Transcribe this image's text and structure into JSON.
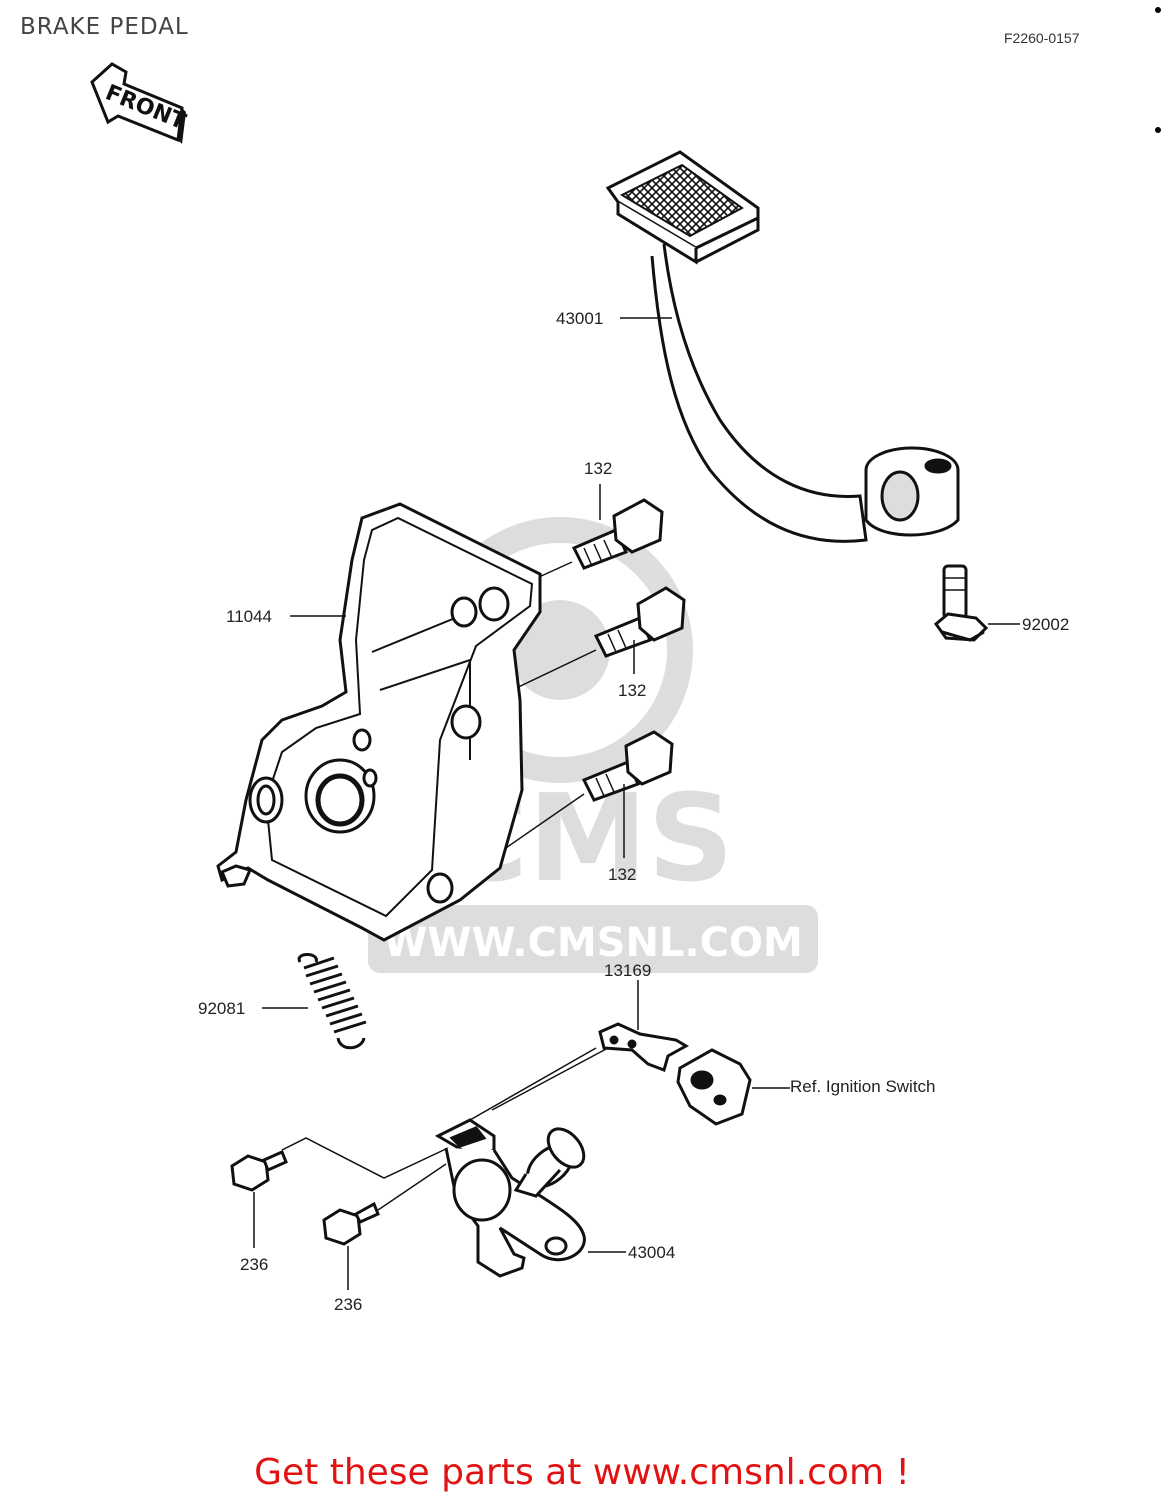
{
  "header": {
    "title": "BRAKE PEDAL",
    "figure_code": "F2260-0157"
  },
  "front_arrow": {
    "label": "FRONT"
  },
  "watermark": {
    "logo_text": "CMS",
    "url_text": "WWW.CMSNL.COM"
  },
  "parts": {
    "pedal_43001": "43001",
    "bolt_132_top": "132",
    "bolt_132_mid": "132",
    "bolt_132_low": "132",
    "bracket_11044": "11044",
    "bolt_92002": "92002",
    "spring_92081": "92081",
    "lever_13169": "13169",
    "switch_ref": "Ref. Ignition Switch",
    "screw_236_a": "236",
    "screw_236_b": "236",
    "shaft_43004": "43004"
  },
  "footer": {
    "cta": "Get these parts at www.cmsnl.com !"
  }
}
